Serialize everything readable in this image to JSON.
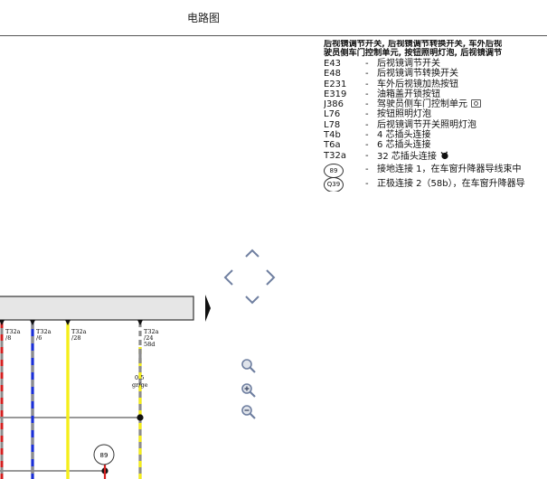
{
  "page": {
    "title": "电路图"
  },
  "legend": {
    "heading_line1": "后视镜调节开关, 后视镜调节转换开关, 车外后视",
    "heading_line2": "驶员侧车门控制单元, 按钮照明灯泡, 后视镜调节",
    "items": [
      {
        "code": "E43",
        "desc": "后视镜调节开关"
      },
      {
        "code": "E48",
        "desc": "后视镜调节转换开关"
      },
      {
        "code": "E231",
        "desc": "车外后视镜加热按钮"
      },
      {
        "code": "E319",
        "desc": "油箱盖开锁按钮"
      },
      {
        "code": "J386",
        "desc": "驾驶员侧车门控制单元"
      },
      {
        "code": "L76",
        "desc": "按钮照明灯泡"
      },
      {
        "code": "L78",
        "desc": "后视镜调节开关照明灯泡"
      },
      {
        "code": "T4b",
        "desc": "4 芯插头连接"
      },
      {
        "code": "T6a",
        "desc": "6 芯插头连接"
      },
      {
        "code": "T32a",
        "desc": "32 芯插头连接"
      }
    ],
    "ground_conn": {
      "label": "89",
      "desc": "接地连接 1，在车窗升降器导线束中"
    },
    "positive_conn": {
      "label": "Q39",
      "desc": "正极连接 2（58b），在车窗升降器导"
    },
    "icons": {
      "j386": "camera-icon",
      "t32a": "connector-plug-icon"
    }
  },
  "diagram": {
    "wire_labels": [
      {
        "top": "T32a",
        "bottom": "/8"
      },
      {
        "top": "T32a",
        "bottom": "/6"
      },
      {
        "top": "T32a",
        "bottom": "/28"
      },
      {
        "top": "T32a",
        "bottom": "/24"
      }
    ],
    "pin_58d": "58d",
    "cross_section": "0.5",
    "wire_color_code": "gr/ge",
    "ground_point": "89",
    "colors": {
      "blue": "#1a2fd6",
      "yellow": "#f5ee1b",
      "grey": "#8c8c8c",
      "red": "#d42020"
    }
  },
  "controls": {
    "pan_up": "pan-up-icon",
    "pan_down": "pan-down-icon",
    "pan_left": "pan-left-icon",
    "pan_right": "pan-right-icon",
    "expand": "expand-panel-icon",
    "zoom_fit": "zoom-fit-icon",
    "zoom_in": "zoom-in-icon",
    "zoom_out": "zoom-out-icon"
  }
}
